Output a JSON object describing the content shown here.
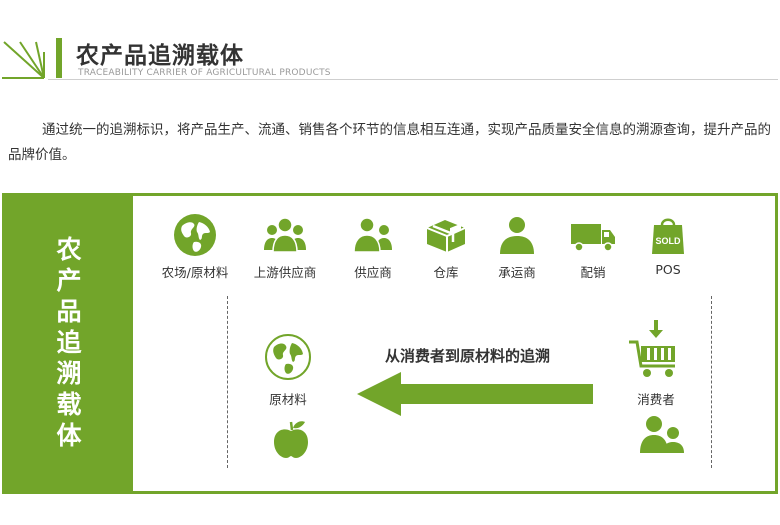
{
  "header": {
    "title": "农产品追溯载体",
    "subtitle": "TRACEABILITY CARRIER OF AGRICULTURAL PRODUCTS"
  },
  "intro": {
    "text": "通过统一的追溯标识，将产品生产、流通、销售各个环节的信息相互连通，实现产品质量安全信息的溯源查询，提升产品的品牌价值。"
  },
  "panel": {
    "side_chars": [
      "农",
      "产",
      "品",
      "追",
      "溯",
      "载",
      "体"
    ],
    "chain": [
      {
        "label": "农场/原材料",
        "icon": "globe-icon"
      },
      {
        "label": "上游供应商",
        "icon": "people-group-icon"
      },
      {
        "label": "供应商",
        "icon": "people-group-icon"
      },
      {
        "label": "仓库",
        "icon": "box-icon"
      },
      {
        "label": "承运商",
        "icon": "person-icon"
      },
      {
        "label": "配销",
        "icon": "truck-icon"
      },
      {
        "label": "POS",
        "icon": "shopping-bag-icon"
      }
    ],
    "bag_text": "SOLD",
    "raw_material_label": "原材料",
    "consumer_label": "消费者",
    "arrow_label": "从消费者到原材料的追溯"
  },
  "colors": {
    "accent": "#72a52a",
    "text": "#333333",
    "subtitle": "#9a9a9a"
  }
}
